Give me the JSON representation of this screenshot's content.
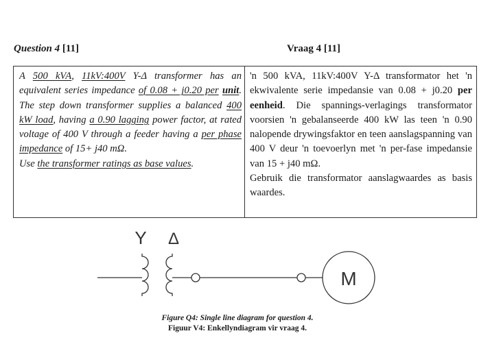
{
  "heading": {
    "en_label": "Question 4",
    "en_marks": "[11]",
    "af_label": "Vraag 4",
    "af_marks": "[11]"
  },
  "english": {
    "s1": "A ",
    "s2": "500 kVA",
    "s3": ", ",
    "s4": "11kV:400V",
    "s5": " Y-Δ transformer has an equivalent series impedance ",
    "s6": "of 0.08 + j0.20 per",
    "s7": " ",
    "s8": "unit",
    "s9": ". The step down transformer supplies a balanced ",
    "s10": "400 kW load",
    "s11": ", having ",
    "s12": "a 0.90 lagging",
    "s13": " power factor, at rated voltage of 400 V through a feeder having a ",
    "s14": "per phase impedance",
    "s15": " of 15+ j40 mΩ.",
    "p2a": "Use ",
    "p2b": "the transformer ratings as base values",
    "p2c": "."
  },
  "afrikaans": {
    "a1": "'n 500 kVA, 11kV:400V Y-Δ transformator het 'n ekwivalente serie impedansie van 0.08 + j0.20 ",
    "a2": "per eenheid",
    "a3": ". Die spannings-verlagings transformator voorsien 'n gebalanseerde 400 kW las teen 'n 0.90 nalopende drywingsfaktor en teen aanslagspanning van 400 V deur 'n toevoerlyn met 'n per-fase impedansie van 15 + j40 mΩ.",
    "p2": "Gebruik die transformator aanslagwaardes as basis waardes."
  },
  "diagram": {
    "primary_symbol": "Y",
    "secondary_symbol": "Δ",
    "motor_label": "M"
  },
  "caption": {
    "en": "Figure Q4: Single line diagram for question 4.",
    "af": "Figuur V4: Enkellyndiagram vir vraag 4."
  }
}
